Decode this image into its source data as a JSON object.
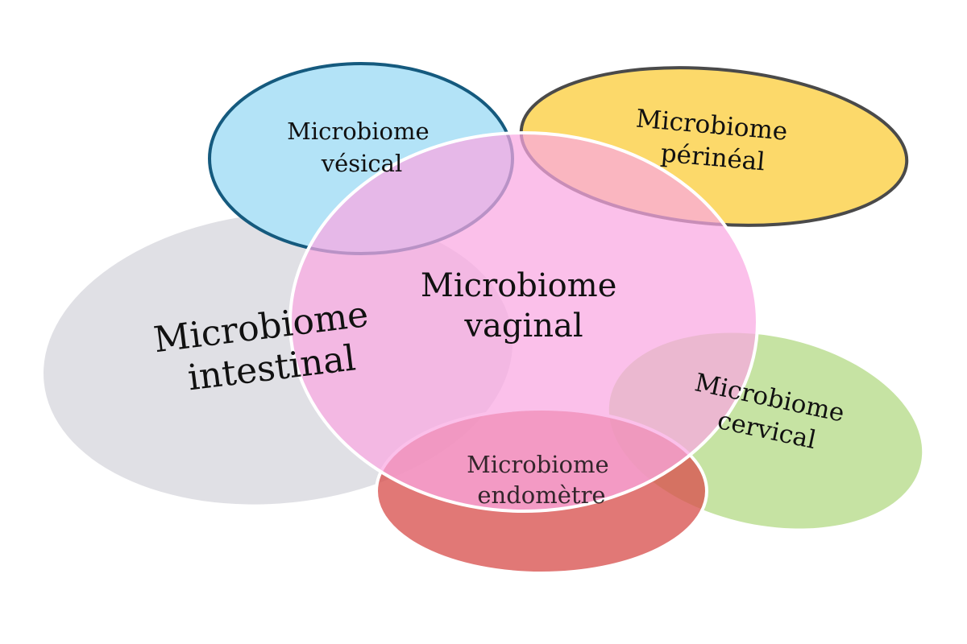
{
  "colors": {
    "background": "#ffffff",
    "vesical_fill": "#b3e3f7",
    "vesical_stroke": "#155a7e",
    "perineal_fill": "#fcd96a",
    "perineal_stroke": "#4a4a4a",
    "intestinal_fill": "#dadae0",
    "intestinal_stroke": "#ffffff",
    "vaginal_fill": "#f9a8e2",
    "vaginal_stroke": "#ffffff",
    "cervical_fill": "#c6e3a3",
    "endometre_fill": "#d9524f",
    "endometre_stroke": "#ffffff"
  },
  "diagram": {
    "vesical": {
      "line1": "Microbiome",
      "line2": "vésical"
    },
    "perineal": {
      "line1": "Microbiome",
      "line2": "périnéal"
    },
    "intestinal": {
      "line1": "Microbiome",
      "line2": "intestinal"
    },
    "vaginal": {
      "line1": "Microbiome",
      "line2": "vaginal"
    },
    "cervical": {
      "line1": "Microbiome",
      "line2": "cervical"
    },
    "endometre": {
      "line1": "Microbiome",
      "line2": "endomètre"
    }
  }
}
